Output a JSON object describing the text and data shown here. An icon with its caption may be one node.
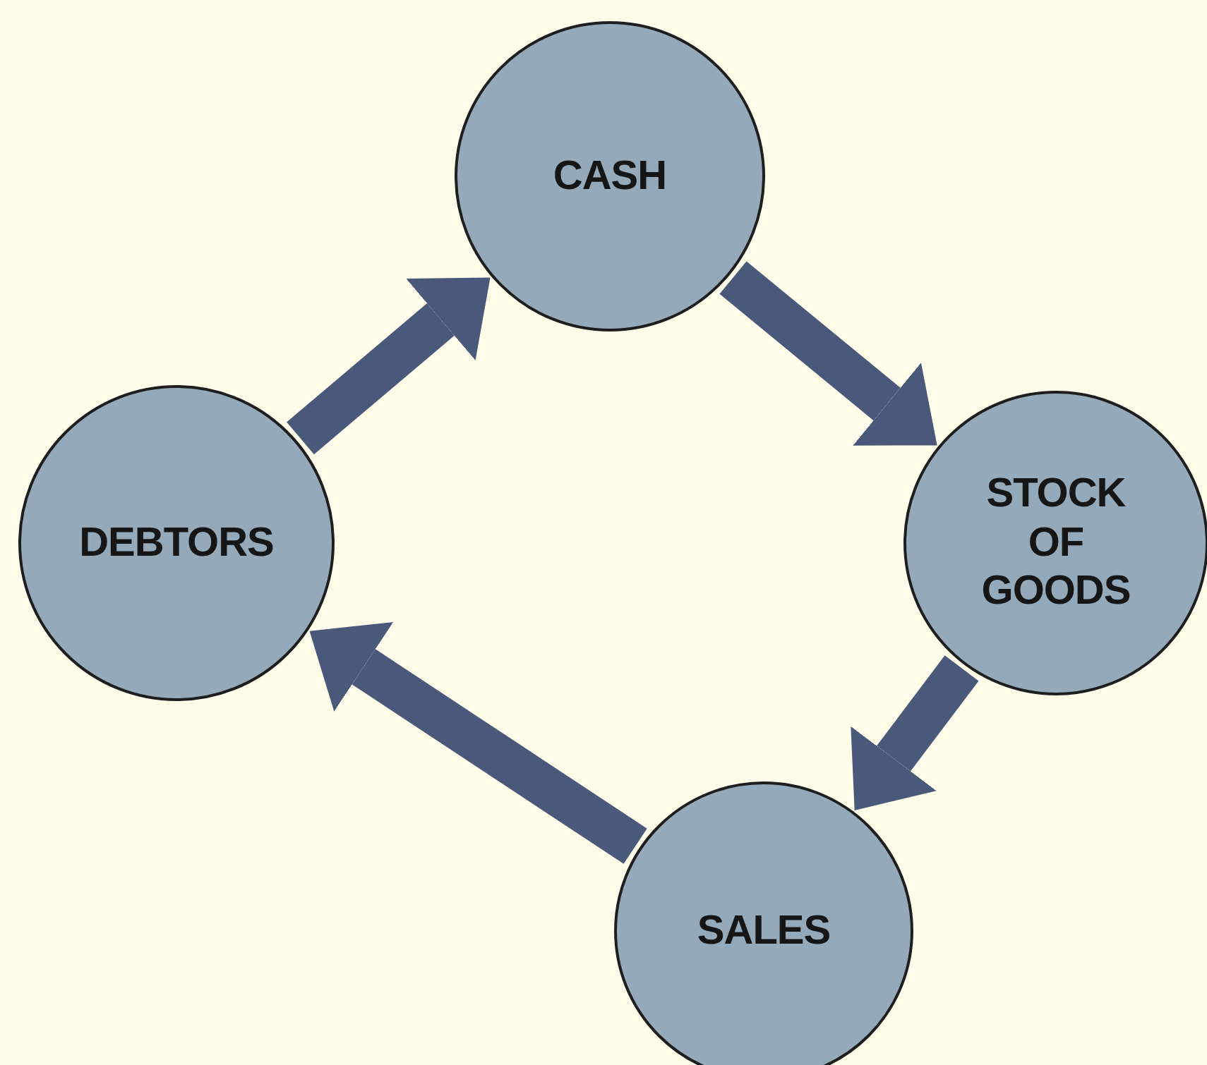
{
  "diagram": {
    "nodes": [
      {
        "text": [
          "CASH"
        ]
      },
      {
        "text": [
          "STOCK OF GOODS"
        ]
      },
      {
        "text": [
          "SALES"
        ]
      },
      {
        "text": [
          "DEBTORS"
        ]
      }
    ],
    "edges": [
      {
        "from": 0,
        "to": 1,
        "arrow": "to"
      },
      {
        "from": 1,
        "to": 2,
        "arrow": "to"
      },
      {
        "from": 2,
        "to": 3,
        "arrow": "to"
      },
      {
        "from": 3,
        "to": 0,
        "arrow": "to"
      }
    ]
  }
}
